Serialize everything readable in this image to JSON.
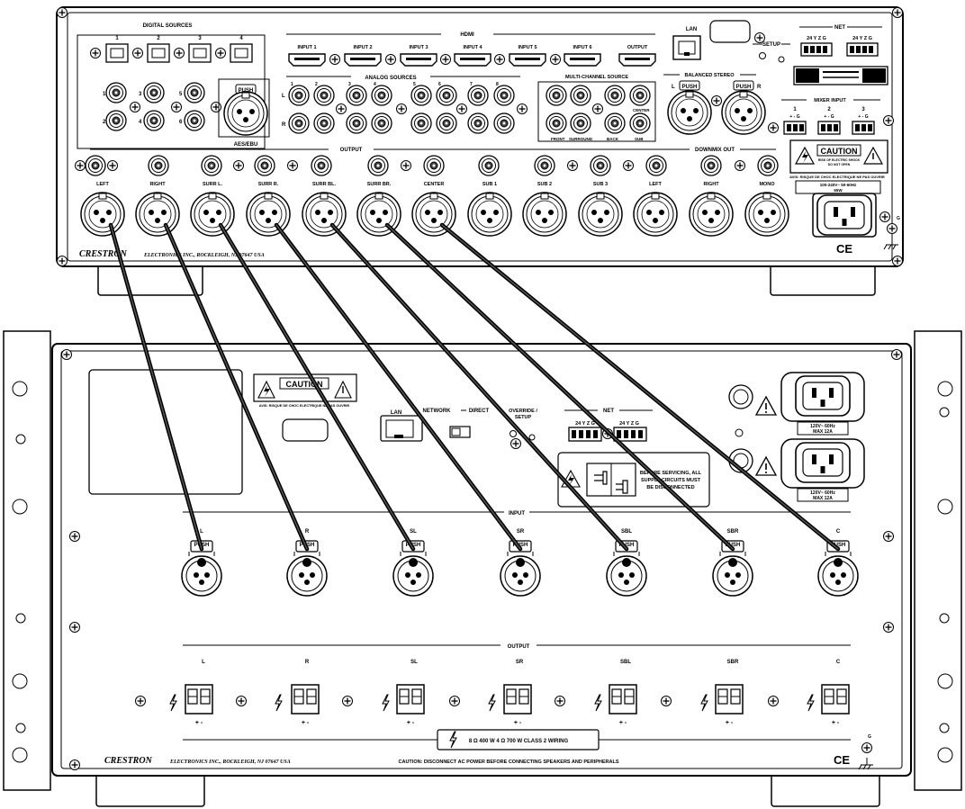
{
  "processor": {
    "digital_sources_title": "DIGITAL SOURCES",
    "digital_inputs": [
      "1",
      "2",
      "3",
      "4"
    ],
    "coax_labels": [
      "1",
      "2",
      "3",
      "4",
      "5",
      "6"
    ],
    "aes_push": "PUSH",
    "aes_label": "AES/EBU",
    "hdmi_title": "HDMI",
    "hdmi_ports": [
      "INPUT 1",
      "INPUT 2",
      "INPUT 3",
      "INPUT 4",
      "INPUT 5",
      "INPUT 6",
      "OUTPUT"
    ],
    "lan_label": "LAN",
    "setup_label": "SETUP",
    "net_label": "NET",
    "net_pins": "24 Y Z G",
    "analog_title": "ANALOG SOURCES",
    "analog_left": "L",
    "analog_right": "R",
    "analog_nums": [
      "1",
      "2",
      "3",
      "4",
      "5",
      "6",
      "7",
      "8"
    ],
    "multichannel_title": "MULTI-CHANNEL SOURCE",
    "multichannel_labels": [
      "FRONT",
      "SURROUND",
      "BACK",
      "SUB",
      "CENTER"
    ],
    "balanced_title": "BALANCED STEREO",
    "balanced_left": "L",
    "balanced_right": "R",
    "mixer_title": "MIXER INPUT",
    "mixer_nums": [
      "1",
      "2",
      "3"
    ],
    "mixer_pins": "+ - G",
    "caution": "CAUTION",
    "caution_sub1": "RISK OF ELECTRIC SHOCK",
    "caution_sub2": "DO NOT OPEN",
    "avis": "AVIS: RISQUE DE CHOC ELECTRIQUE NE PAS OUVRIR",
    "power_rating1": "100-240V~ 50-60Hz",
    "power_rating2": "65W",
    "output_title": "OUTPUT",
    "downmix_title": "DOWNMIX OUT",
    "xlr_outputs": [
      "LEFT",
      "RIGHT",
      "SURR L.",
      "SURR R.",
      "SURR BL.",
      "SURR BR.",
      "CENTER",
      "SUB 1",
      "SUB 2",
      "SUB 3",
      "LEFT",
      "RIGHT",
      "MONO"
    ],
    "ground": "G",
    "brand": "CRESTRON",
    "brand_sub": "ELECTRONICS INC., ROCKLEIGH, NJ 07647  USA",
    "ce": "CE"
  },
  "amplifier": {
    "caution": "CAUTION",
    "avis": "AVIS: RISQUE DE CHOC ELECTRIQUE NE PAS OUVRIR",
    "lan_label": "LAN",
    "network_label": "NETWORK",
    "direct_label": "DIRECT",
    "override_label1": "OVERRIDE /",
    "override_label2": "SETUP",
    "net_label": "NET",
    "net_pins": "24 Y Z G",
    "servicing1": "BEFORE SERVICING, ALL",
    "servicing2": "SUPPLY CIRCUITS MUST",
    "servicing3": "BE DISCONNECTED",
    "power_rating1": "120V~ 60Hz",
    "power_rating2": "MAX 12A",
    "input_title": "INPUT",
    "push": "PUSH",
    "channels": [
      "L",
      "R",
      "SL",
      "SR",
      "SBL",
      "SBR",
      "C"
    ],
    "output_title": "OUTPUT",
    "terminal_pins": "+  -",
    "wiring_note": "8 Ω 400 W   4 Ω 700 W CLASS 2 WIRING",
    "brand": "CRESTRON",
    "brand_sub": "ELECTRONICS INC., ROCKLEIGH, NJ 07647  USA",
    "disconnect_note": "CAUTION: DISCONNECT AC POWER BEFORE CONNECTING SPEAKERS AND PERIPHERALS",
    "ground": "G",
    "ce": "CE"
  }
}
